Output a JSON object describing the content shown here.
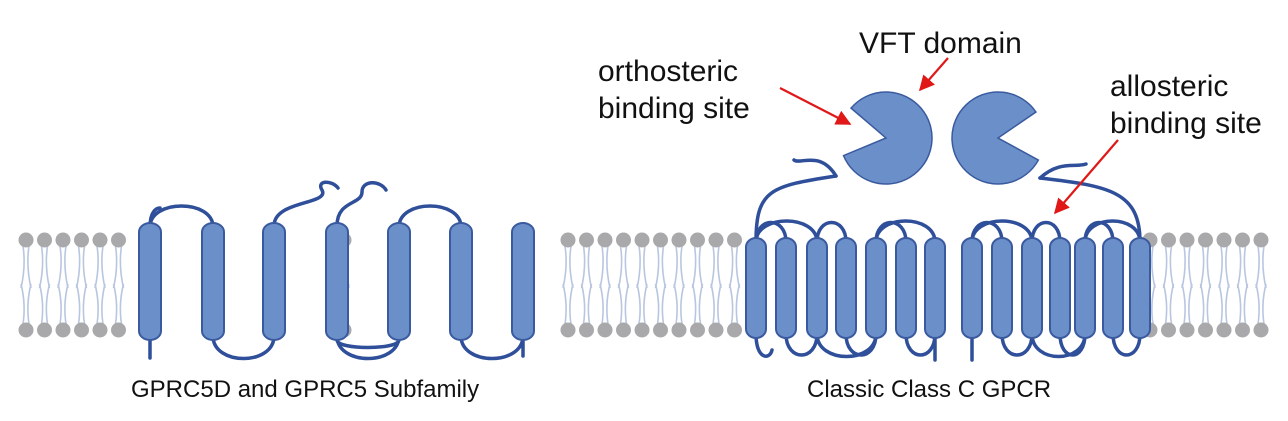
{
  "labels": {
    "vft_domain": "VFT domain",
    "orthosteric_line1": "orthosteric",
    "orthosteric_line2": "binding site",
    "allosteric_line1": "allosteric",
    "allosteric_line2": "binding site",
    "left_caption": "GPRC5D and GPRC5 Subfamily",
    "right_caption": "Classic Class C GPCR"
  },
  "colors": {
    "helix_fill": "#6b8fc8",
    "helix_stroke": "#3a5aa0",
    "loop": "#2f4f9a",
    "lipid_head": "#a9a9ab",
    "lipid_tail": "#b8c6e0",
    "vft_fill": "#6b8fc8",
    "arrow": "#e01818"
  },
  "icons": {
    "helix": "transmembrane-helix-icon",
    "vft": "pacman-vft-icon",
    "lipid": "lipid-bilayer-icon",
    "arrow": "red-arrow-icon"
  }
}
